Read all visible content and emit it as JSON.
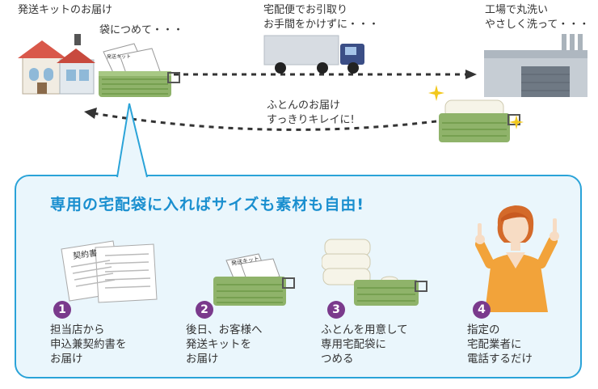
{
  "flow": {
    "send_kit": "発送キットのお届け",
    "pack": "袋につめて・・・",
    "pickup_line1": "宅配便でお引取り",
    "pickup_line2": "お手間をかけずに・・・",
    "factory_line1": "工場で丸洗い",
    "factory_line2": "やさしく洗って・・・",
    "return_line1": "ふとんのお届け",
    "return_line2": "すっきりキレイに!"
  },
  "panel": {
    "title": "専用の宅配袋に入ればサイズも素材も自由!",
    "contract_doc_label": "契約書",
    "kit_label": "発送キット",
    "steps": [
      {
        "num": "1",
        "lines": [
          "担当店から",
          "申込兼契約書を",
          "お届け"
        ]
      },
      {
        "num": "2",
        "lines": [
          "後日、お客様へ",
          "発送キットを",
          "お届け"
        ]
      },
      {
        "num": "3",
        "lines": [
          "ふとんを用意して",
          "専用宅配袋に",
          "つめる"
        ]
      },
      {
        "num": "4",
        "lines": [
          "指定の",
          "宅配業者に",
          "電話するだけ"
        ]
      }
    ]
  },
  "colors": {
    "accent": "#2aa3d8",
    "title": "#1a8fcf",
    "step_badge": "#7a3a8c",
    "bag_green": "#8fb36a",
    "roof_red": "#d9584a",
    "truck_blue": "#3b4e86",
    "arrow": "#333333",
    "sparkle": "#f2c81c",
    "person_orange": "#f2a33a"
  }
}
